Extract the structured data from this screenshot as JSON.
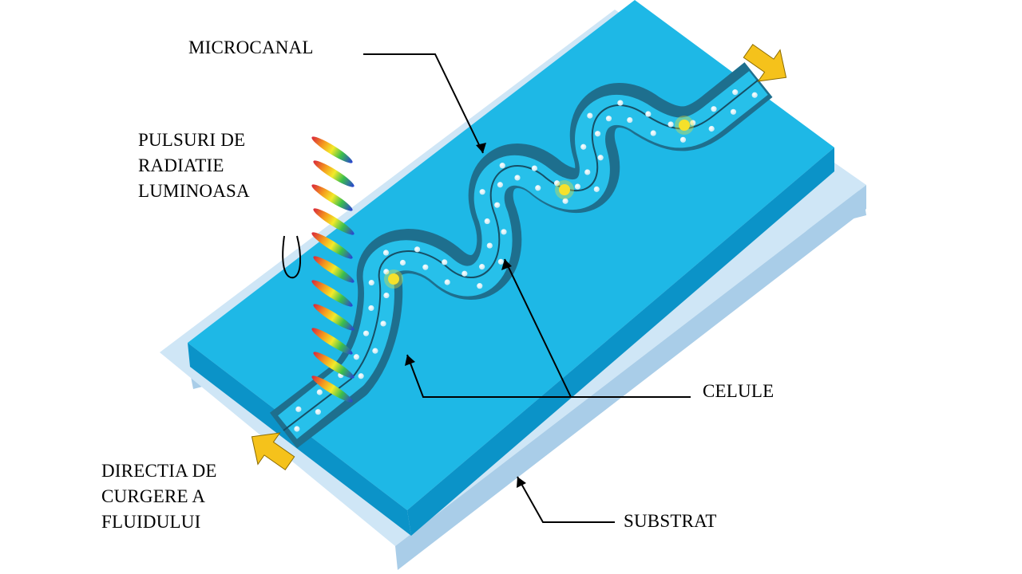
{
  "colors": {
    "substrate_top": "#cfe6f6",
    "substrate_side": "#a9cde8",
    "channel_layer_top": "#1eb8e6",
    "channel_layer_side": "#0b93c8",
    "channel_wall": "#1e6f8e",
    "channel_floor": "#27c0ea",
    "cell": "#e9f7fb",
    "labeled_cell": "#f5e12b",
    "arrow": "#f5c21b",
    "text": "#000000"
  },
  "labels": {
    "microchannel": "MICROCANAL",
    "light_pulses": [
      "PULSURI DE",
      "RADIATIE",
      "LUMINOASA"
    ],
    "cells": "CELULE",
    "flow_direction": [
      "DIRECTIA DE",
      "CURGERE A",
      "FLUIDULUI"
    ],
    "substrate": "SUBSTRAT"
  },
  "icons": {
    "inflow": "yellow-arrow-icon",
    "outflow": "yellow-arrow-icon",
    "light_pulse": "rainbow-pulse-icon"
  }
}
